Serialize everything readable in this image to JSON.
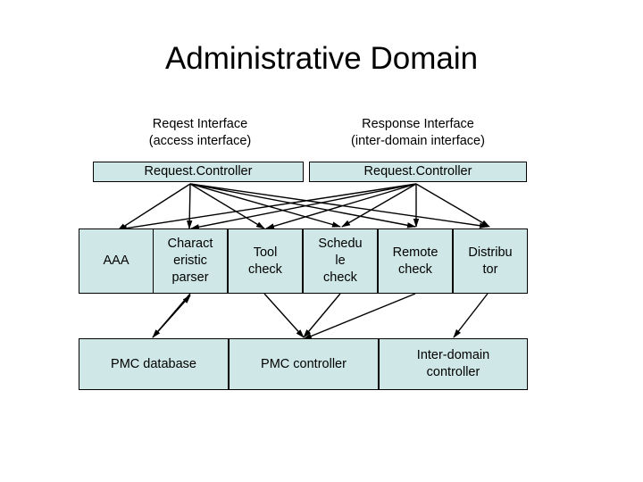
{
  "title": "Administrative Domain",
  "headers": {
    "request": "Reqest Interface\n(access interface)",
    "request_line1": "Reqest Interface",
    "request_line2": "(access interface)",
    "response_line1": "Response Interface",
    "response_line2": "(inter-domain interface)"
  },
  "controllers": [
    {
      "label": "Request.Controller"
    },
    {
      "label": "Request.Controller"
    }
  ],
  "middle_row": [
    {
      "label": "AAA"
    },
    {
      "label": "Charact\neristic\nparser"
    },
    {
      "label": "Tool\ncheck"
    },
    {
      "label": "Schedu\nle\ncheck"
    },
    {
      "label": "Remote\ncheck"
    },
    {
      "label": "Distribu\ntor"
    }
  ],
  "bottom_row": [
    {
      "label": "PMC database"
    },
    {
      "label": "PMC controller"
    },
    {
      "label": "Inter-domain\ncontroller"
    }
  ],
  "colors": {
    "box_fill": "#cfe7e7",
    "box_border": "#000000",
    "text": "#000000",
    "background": "#ffffff"
  }
}
